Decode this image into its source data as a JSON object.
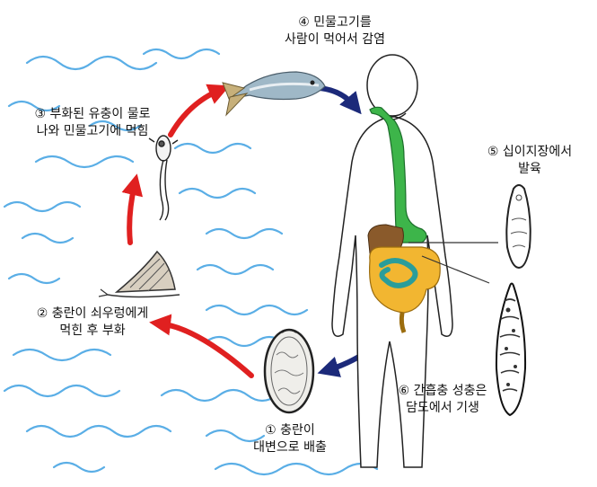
{
  "diagram": {
    "stages": [
      {
        "id": "stage-1",
        "lines": [
          "① 충란이",
          "대변으로 배출"
        ]
      },
      {
        "id": "stage-2",
        "lines": [
          "② 충란이 쇠우렁에게",
          "먹힌 후 부화"
        ]
      },
      {
        "id": "stage-3",
        "lines": [
          "③ 부화된 유충이 물로",
          "나와 민물고기에 먹힘"
        ]
      },
      {
        "id": "stage-4",
        "lines": [
          "④ 민물고기를",
          "사람이 먹어서 감염"
        ]
      },
      {
        "id": "stage-5",
        "lines": [
          "⑤ 십이지장에서",
          "발육"
        ]
      },
      {
        "id": "stage-6",
        "lines": [
          "⑥ 간흡충 성충은",
          "담도에서 기생"
        ]
      }
    ],
    "icons": [
      "egg-icon",
      "snail-icon",
      "larva-icon",
      "fish-icon",
      "human-body-icon",
      "juvenile-fluke-icon",
      "adult-fluke-icon",
      "water-wave-icon"
    ],
    "colors": {
      "water": "#5aaee6",
      "arrow_red": "#e02020",
      "arrow_blue": "#1c2a7a",
      "digestive_green": "#3db54a",
      "liver_brown": "#8a5a2b",
      "intestine_yellow": "#f2b631",
      "intestine_teal": "#2a9d9a"
    }
  }
}
